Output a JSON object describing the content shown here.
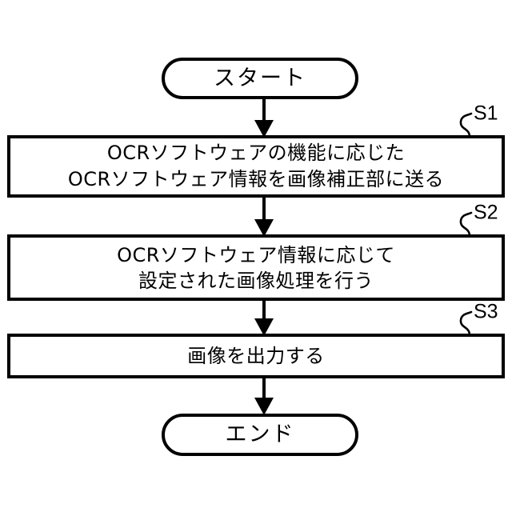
{
  "diagram": {
    "title": "OCR software image correction flowchart",
    "background_color": "#ffffff",
    "line_color": "#000000",
    "start": {
      "label": "スタート",
      "shape": "stadium"
    },
    "end": {
      "label": "エンド",
      "shape": "stadium"
    },
    "steps": [
      {
        "id": "S1",
        "step_label": "S1",
        "lines": [
          "OCRソフトウェアの機能に応じた",
          "OCRソフトウェア情報を画像補正部に送る"
        ]
      },
      {
        "id": "S2",
        "step_label": "S2",
        "lines": [
          "OCRソフトウェア情報に応じて",
          "設定された画像処理を行う"
        ]
      },
      {
        "id": "S3",
        "step_label": "S3",
        "lines": [
          "画像を出力する"
        ]
      }
    ],
    "connectors": [
      {
        "from": "start",
        "to": "S1",
        "type": "arrow-down"
      },
      {
        "from": "S1",
        "to": "S2",
        "type": "arrow-down"
      },
      {
        "from": "S2",
        "to": "S3",
        "type": "arrow-down"
      },
      {
        "from": "S3",
        "to": "end",
        "type": "arrow-down"
      }
    ]
  }
}
